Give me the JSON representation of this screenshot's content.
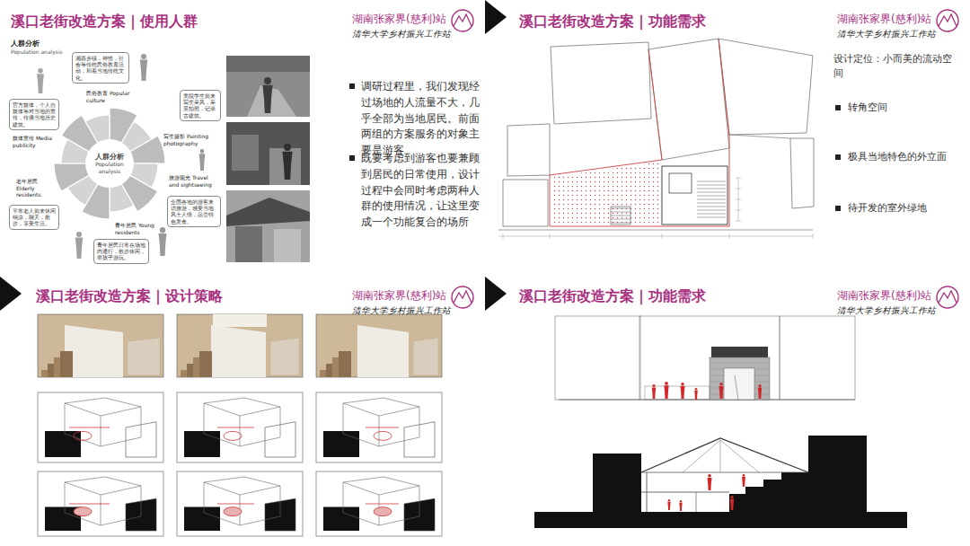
{
  "diagram": {
    "nodes": [
      {
        "text": [
          "人群分析",
          "Population analysis"
        ]
      },
      {
        "text": [
          "湘西乡镇，神怪，社会等传统民俗教育活动，和着当地传统文化。"
        ]
      },
      {
        "text": [
          "美院学生前来写生采风，采景拍照，记录古建筑。"
        ]
      },
      {
        "text": [
          "全国各地的游客来访旅游，感受当地风土人情，品尝特色美食。"
        ]
      },
      {
        "text": [
          "青年居民日常在场地内通行，散步休闲，带孩子游玩。"
        ]
      },
      {
        "text": [
          "平常老人前来休闲纳凉，聊天，散步，享受生活。"
        ]
      },
      {
        "text": [
          "官方媒体，个人自媒体等对当地的宣传，传播当地历史建筑。"
        ]
      }
    ],
    "labels": [
      "溪口老街改造方案｜使用人群",
      "湖南张家界(慈利)站",
      "清华大学乡村振兴工作站",
      "人群分析",
      "Population analysis",
      "民俗教育 Popular culture",
      "写生摄影 Painting photography",
      "旅游观光 Travel and sightseeing",
      "青年居民 Young residents",
      "老年居民 Elderly residents",
      "媒体宣传 Media publicity",
      "调研过程里，我们发现经过场地的人流量不大，几乎全部为当地居民。前面两组的方案服务的对象主要是游客",
      "既要考虑到游客也要兼顾到居民的日常使用，设计过程中会同时考虑两种人群的使用情况，让这里变成一个功能复合的场所",
      "溪口老街改造方案｜功能需求",
      "湖南张家界(慈利)站",
      "清华大学乡村振兴工作站",
      "设计定位：小而美的流动空间",
      "转角空间",
      "极具当地特色的外立面",
      "待开发的室外绿地",
      "溪口老街改造方案｜设计策略",
      "湖南张家界(慈利)站",
      "清华大学乡村振兴工作站",
      "溪口老街改造方案｜功能需求",
      "湖南张家界(慈利)站",
      "清华大学乡村振兴工作站"
    ]
  }
}
